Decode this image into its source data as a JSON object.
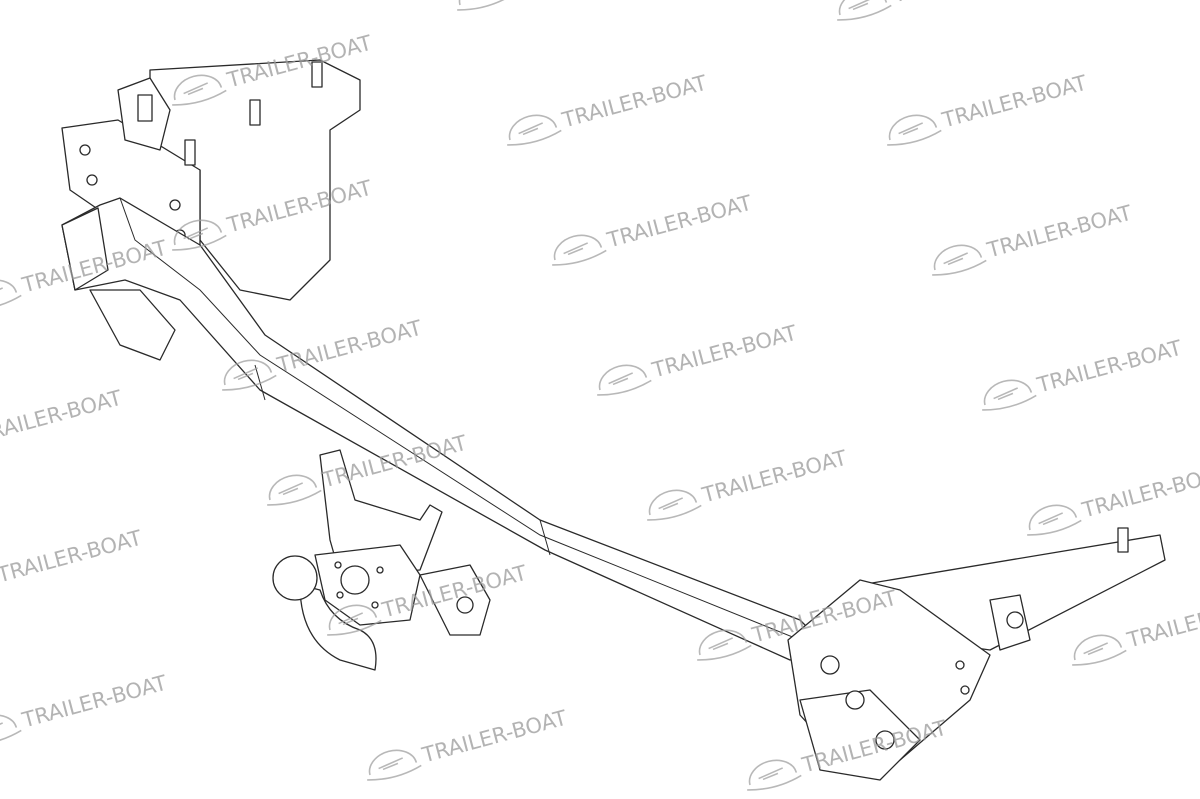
{
  "watermark": {
    "text": "TRAILER-BOAT",
    "logo": "boat-wave-logo",
    "color": "#9a9a9a"
  },
  "drawing": {
    "subject": "tow-bar-hitch",
    "line_color": "#2a2a2a"
  }
}
